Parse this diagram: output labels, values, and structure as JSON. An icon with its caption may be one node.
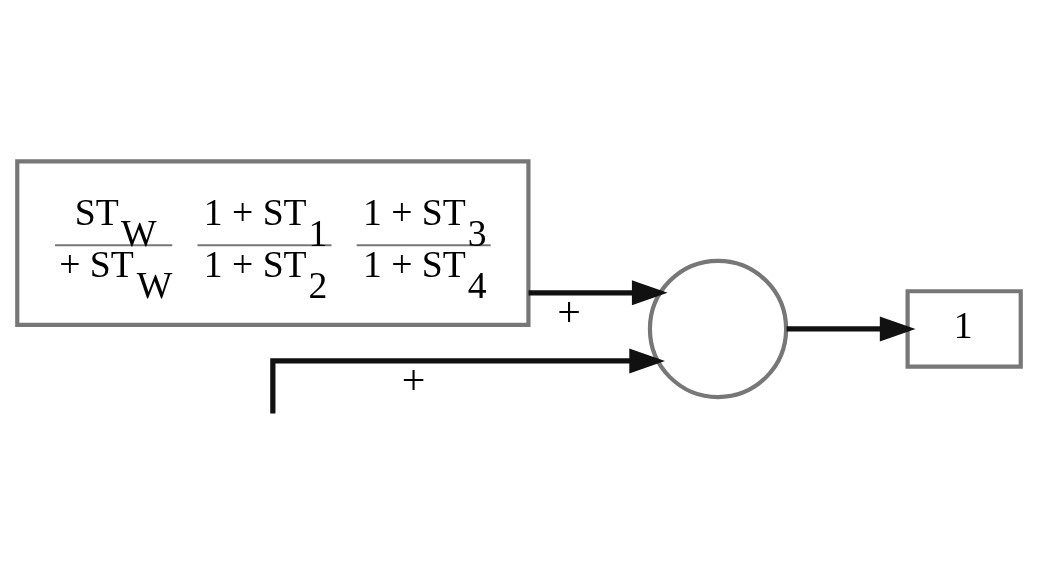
{
  "diagram": {
    "nodes": [
      {
        "text": [],
        "shape": "circle"
      },
      {
        "text": [
          "ST$_{W}$",
          "+ ST$_{W}$",
          "1 + ST$_{1}$",
          "1 + ST$_{2}$",
          "1 + ST$_{3}$",
          "1 + ST$_{4}$"
        ]
      },
      {
        "text": [
          "1"
        ]
      }
    ],
    "edges": [
      {
        "from": null,
        "to": 0,
        "arrow": "to",
        "label": "+"
      },
      {
        "from": 1,
        "to": 0,
        "arrow": "to",
        "label": "+"
      },
      {
        "from": 0,
        "to": 2,
        "arrow": "to"
      }
    ]
  }
}
